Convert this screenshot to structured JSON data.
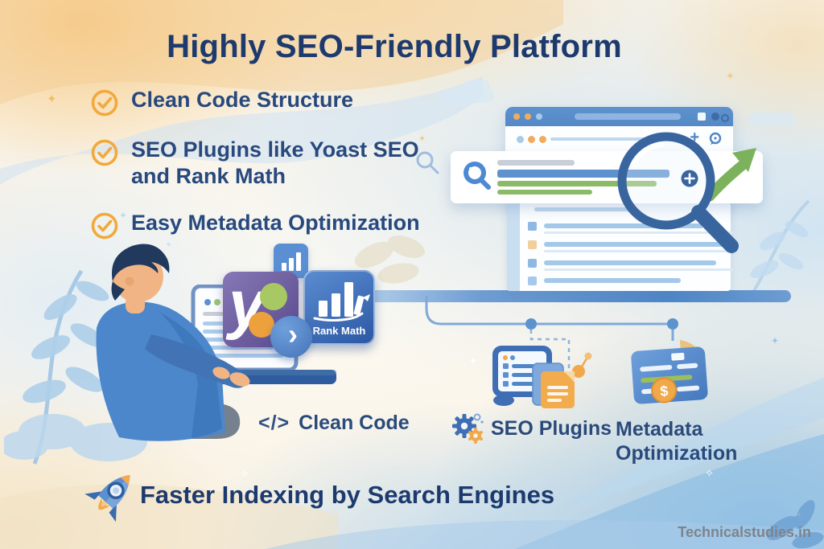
{
  "title": "Highly SEO-Friendly Platform",
  "checklist": [
    "Clean Code Structure",
    "SEO Plugins like Yoast SEO and Rank Math",
    "Easy Metadata Optimization"
  ],
  "logos": {
    "yoast_letter": "y",
    "rank_math": "Rank Math"
  },
  "browser": {
    "plus_icon": "+"
  },
  "features": {
    "clean_code": {
      "icon_text": "</>",
      "label": "Clean Code"
    },
    "seo_plugins": {
      "label": "SEO Plugins"
    },
    "metadata": {
      "label": "Metadata Optimization"
    }
  },
  "footer": {
    "label": "Faster Indexing by Search Engines"
  },
  "watermark": "Technicalstudies.in",
  "glyphs": {
    "chevron": "›",
    "dollar": "$"
  },
  "colors": {
    "title_navy": "#1D3A6E",
    "text_navy": "#28497E",
    "check_orange": "#F2A93B",
    "primary_blue": "#4E86C6",
    "green": "#7CB25C",
    "yoast_purple": "#6A5AA0",
    "rankmath_blue": "#2C58A4",
    "orange_accent": "#F0A84B"
  }
}
